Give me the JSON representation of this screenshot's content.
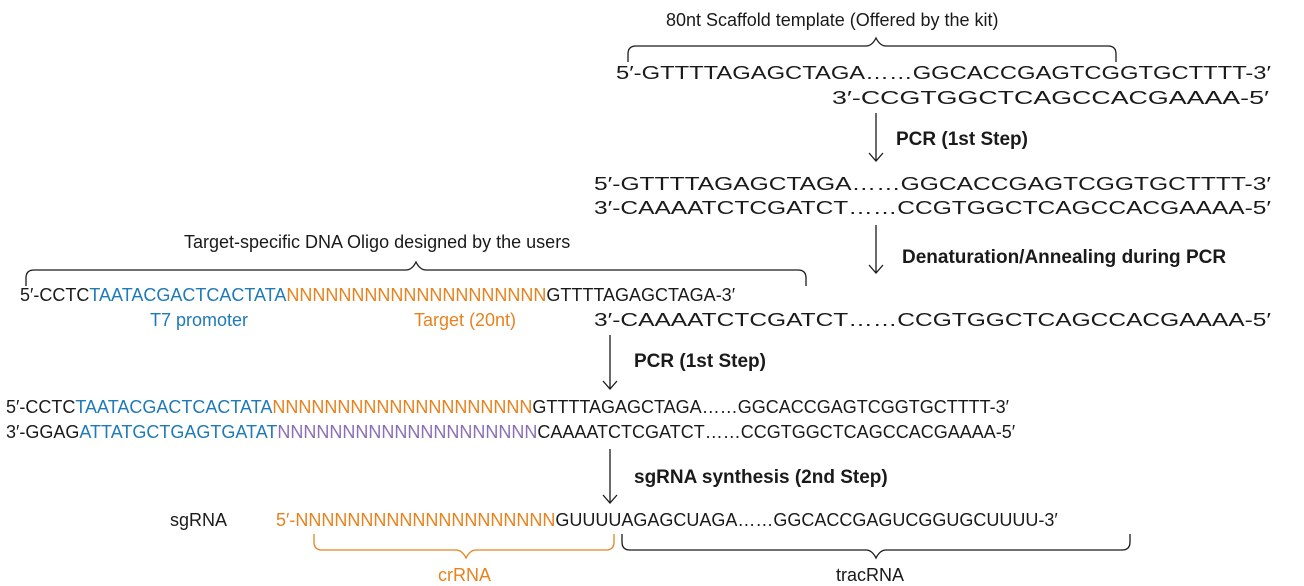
{
  "colors": {
    "text": "#1a1a1a",
    "t7_promoter": "#1f7ab8",
    "target": "#e8821e",
    "complement": "#8a6fb5"
  },
  "scaffold": {
    "label": "80nt Scaffold template  (Offered by the kit)",
    "top": "5′-GTTTTAGAGCTAGA……GGCACCGAGTCGGTGCTTTT-3′",
    "bottom": "3′-CCGTGGCTCAGCCACGAAAA-5′"
  },
  "step1": {
    "label": "PCR (1st  Step)",
    "top": "5′-GTTTTAGAGCTAGA……GGCACCGAGTCGGTGCTTTT-3′",
    "bottom": "3′-CAAAATCTCGATCT……CCGTGGCTCAGCCACGAAAA-5′"
  },
  "annealing": {
    "label": "Denaturation/Annealing during  PCR"
  },
  "oligo": {
    "label": "Target-specific  DNA  Oligo  designed by the users",
    "prefix": "5′-CCTC",
    "t7": "TAATACGACTCACTATA",
    "target": "NNNNNNNNNNNNNNNNNNNN",
    "suffix": "GTTTTAGAGCTAGA-3′",
    "t7_label": "T7 promoter",
    "target_label": "Target (20nt)",
    "bottom": "3′-CAAAATCTCGATCT……CCGTGGCTCAGCCACGAAAA-5′"
  },
  "step2": {
    "label": "PCR (1st  Step)",
    "top_prefix": "5′-CCTC",
    "top_t7": "TAATACGACTCACTATA",
    "top_target": "NNNNNNNNNNNNNNNNNNNN",
    "top_suffix": "GTTTTAGAGCTAGA……GGCACCGAGTCGGTGCTTTT-3′",
    "bot_prefix": "3′-GGAG",
    "bot_t7": "ATTATGCTGAGTGATAT",
    "bot_target": "NNNNNNNNNNNNNNNNNNNN",
    "bot_suffix": "CAAAATCTCGATCT……CCGTGGCTCAGCCACGAAAA-5′"
  },
  "synthesis": {
    "label": "sgRNA synthesis (2nd Step)"
  },
  "sgrna": {
    "name": "sgRNA",
    "prefix": "5′-",
    "target": "NNNNNNNNNNNNNNNNNNNN",
    "suffix": "GUUUUAGAGCUAGA……GGCACCGAGUCGGUGCUUUU-3′",
    "crrna_label": "crRNA",
    "tracrna_label": "tracRNA"
  }
}
